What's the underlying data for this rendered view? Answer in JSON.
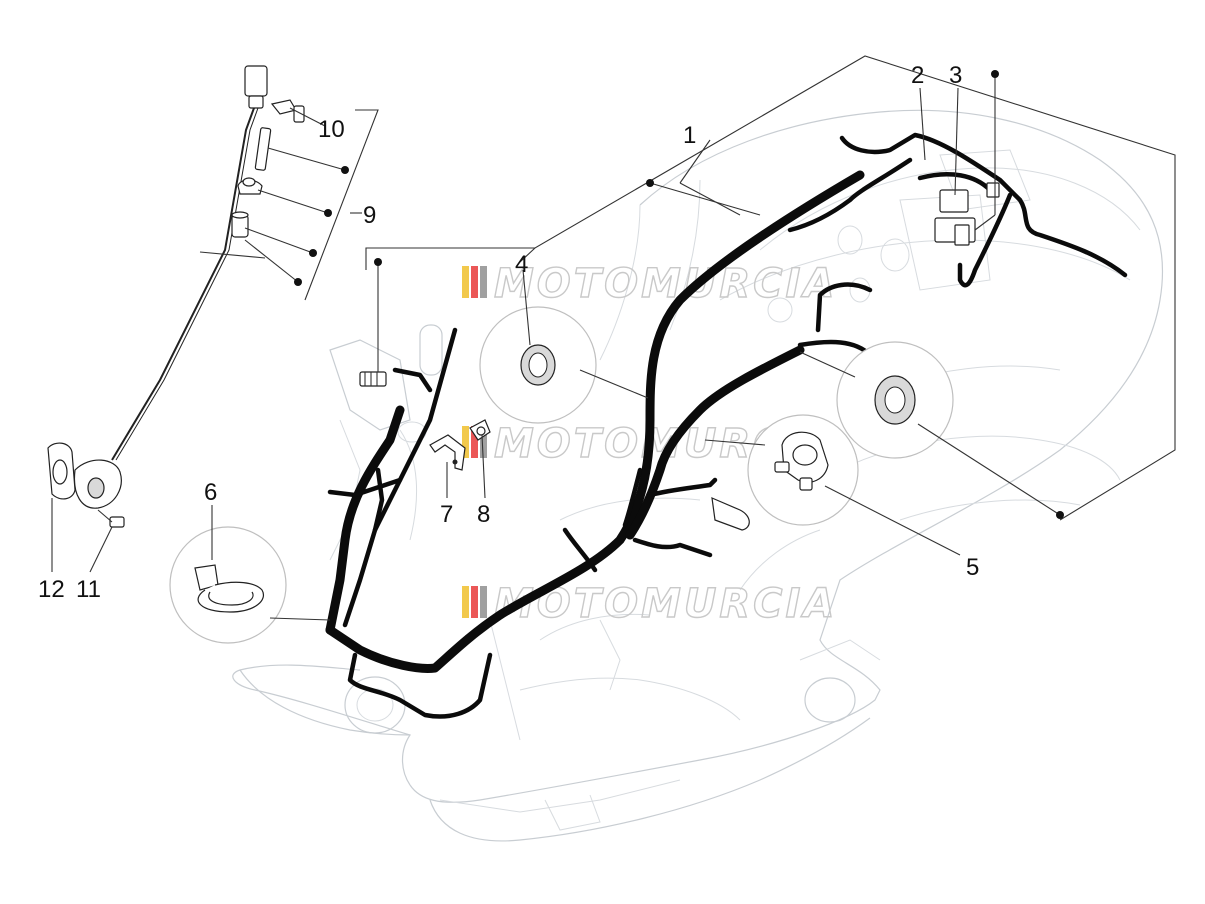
{
  "watermark": {
    "text": "MOTOMURCIA",
    "stripe_colors": [
      "#f2c94c",
      "#eb5757",
      "#a0a0a0"
    ]
  },
  "callouts": [
    {
      "id": "1",
      "label": "1"
    },
    {
      "id": "2",
      "label": "2"
    },
    {
      "id": "3",
      "label": "3"
    },
    {
      "id": "4",
      "label": "4"
    },
    {
      "id": "5",
      "label": "5"
    },
    {
      "id": "6",
      "label": "6"
    },
    {
      "id": "7",
      "label": "7"
    },
    {
      "id": "8",
      "label": "8"
    },
    {
      "id": "9",
      "label": "9"
    },
    {
      "id": "10",
      "label": "10"
    },
    {
      "id": "11",
      "label": "11"
    },
    {
      "id": "12",
      "label": "12"
    }
  ]
}
